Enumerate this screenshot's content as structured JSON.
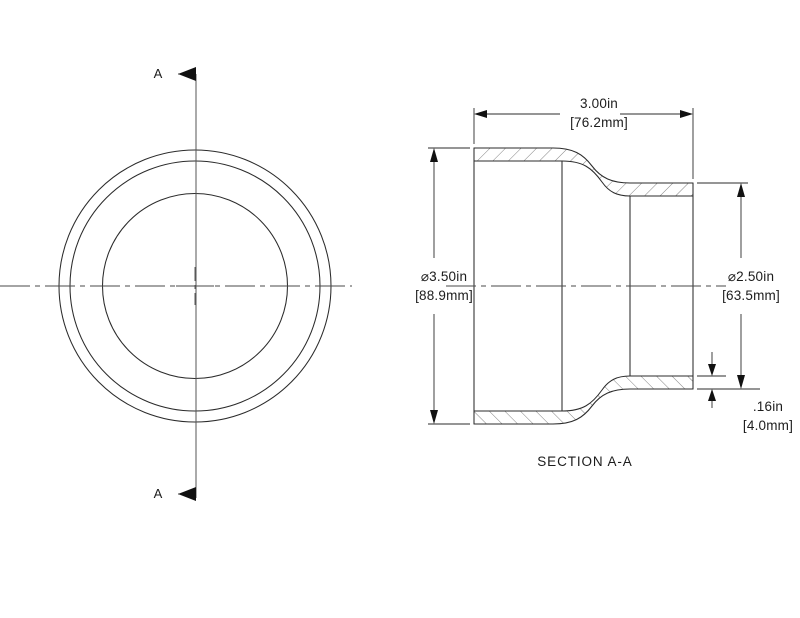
{
  "drawing": {
    "type": "engineering-drawing",
    "background_color": "#ffffff",
    "line_color": "#2b2b2b",
    "hatch_color": "#6d6d6d",
    "views": {
      "front": {
        "name": "front-view",
        "description": "concentric-circles"
      },
      "section": {
        "name": "section-view",
        "title": "SECTION A-A"
      }
    },
    "section_cut": {
      "label_top": "A",
      "label_bottom": "A"
    },
    "dimensions": {
      "length": {
        "value": "3.00in",
        "metric": "[76.2mm]"
      },
      "large_diameter": {
        "value": "⌀3.50in",
        "metric": "[88.9mm]"
      },
      "small_diameter": {
        "value": "⌀2.50in",
        "metric": "[63.5mm]"
      },
      "wall_thickness": {
        "value": ".16in",
        "metric": "[4.0mm]"
      }
    }
  }
}
